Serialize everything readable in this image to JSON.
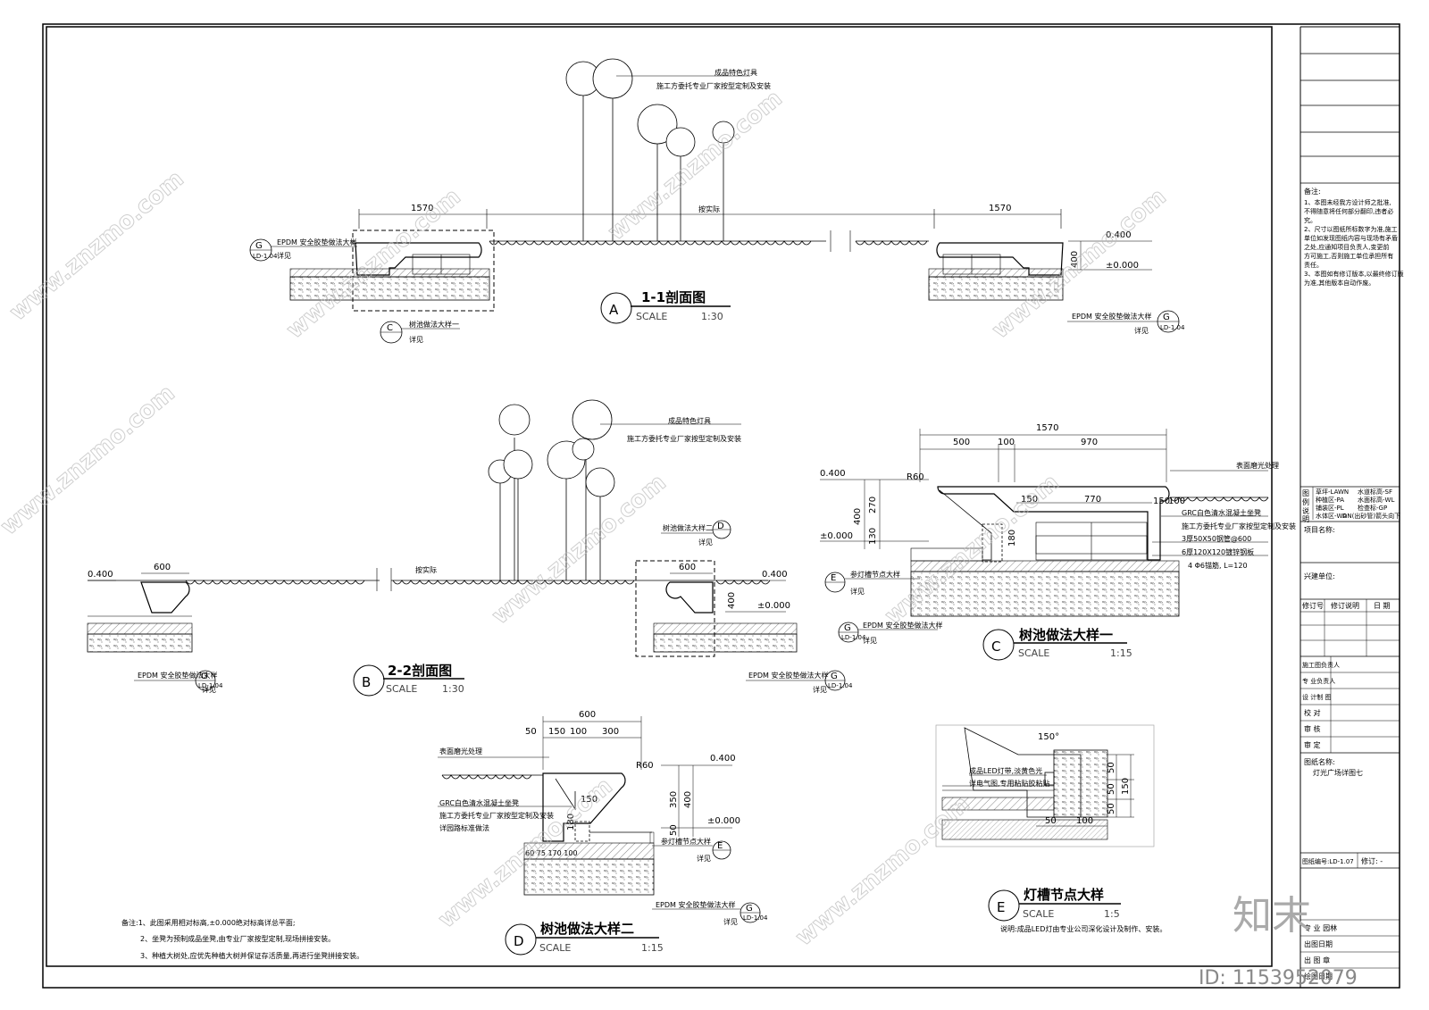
{
  "sections": {
    "A": {
      "letter": "A",
      "title": "1-1剖面图",
      "scale_word": "SCALE",
      "scale": "1:30",
      "dim_left": "1570",
      "dim_right": "1570",
      "dim_mid": "按实际",
      "lamp_note1": "成品特色灯具",
      "lamp_note2": "施工方委托专业厂家按型定制及安装",
      "elev_top": "0.400",
      "elev_zero": "±0.000",
      "height": "400",
      "epdm": "EPDM 安全胶垫做法大样",
      "detail": "详见",
      "treepit": "树池做法大样一"
    },
    "B": {
      "letter": "B",
      "title": "2-2剖面图",
      "scale_word": "SCALE",
      "scale": "1:30",
      "dim_left": "600",
      "dim_right": "600",
      "dim_mid": "按实际",
      "lamp_note1": "成品特色灯具",
      "lamp_note2": "施工方委托专业厂家按型定制及安装",
      "elev_top": "0.400",
      "elev_zero": "±0.000",
      "height": "400",
      "epdm": "EPDM 安全胶垫做法大样",
      "detail": "详见",
      "treepit": "树池做法大样二"
    },
    "C": {
      "letter": "C",
      "title": "树池做法大样一",
      "scale_word": "SCALE",
      "scale": "1:15",
      "dim_total": "1570",
      "dim_a": "500",
      "dim_b": "100",
      "dim_c": "970",
      "dim_d": "150",
      "dim_e": "770",
      "dim_f": "150",
      "dim_g": "100",
      "r": "R60",
      "elev_top": "0.400",
      "elev_zero": "±0.000",
      "v1": "400",
      "v2": "270",
      "v3": "130",
      "v4": "180",
      "note_top": "表面磨光处理",
      "notes": [
        "GRC白色清水混凝土坐凳",
        "施工方委托专业厂家按型定制及安装",
        "3厚50X50钢管@600",
        "6厚120X120镀锌钢板",
        "4 Φ6锚筋, L=120"
      ],
      "light": "参灯槽节点大样",
      "detail": "详见",
      "epdm": "EPDM 安全胶垫做法大样"
    },
    "D": {
      "letter": "D",
      "title": "树池做法大样二",
      "scale_word": "SCALE",
      "scale": "1:15",
      "dim_total": "600",
      "dims": [
        "50",
        "150",
        "100",
        "300"
      ],
      "r": "R60",
      "elev_top": "0.400",
      "elev_zero": "±0.000",
      "v1": "400",
      "v2": "350",
      "v3": "50",
      "v4": "180",
      "v5": "150",
      "note_top": "表面磨光处理",
      "notes": [
        "GRC白色清水混凝土坐凳",
        "施工方委托专业厂家按型定制及安装",
        "详园路标准做法"
      ],
      "light": "参灯槽节点大样",
      "detail": "详见",
      "epdm": "EPDM 安全胶垫做法大样",
      "bottom": "60 75  170  100"
    },
    "E": {
      "letter": "E",
      "title": "灯槽节点大样",
      "scale_word": "SCALE",
      "scale": "1:5",
      "note1": "成品LED灯带,淡黄色光",
      "note2": "详电气图,专用粘贴胶粘贴",
      "angle": "150°",
      "v": [
        "50",
        "50",
        "50",
        "150"
      ],
      "h": [
        "50",
        "100"
      ],
      "footnote": "说明:成品LED灯由专业公司深化设计及制作、安装。"
    }
  },
  "remarks": [
    "备注:1、此图采用相对标高,±0.000绝对标高详总平面;",
    "2、坐凳为预制成品坐凳,由专业厂家按型定制,现场拼接安装。",
    "3、种植大树处,应优先种植大树并保证存活质量,再进行坐凳拼接安装。"
  ],
  "title_block": {
    "notes_head": "备注:",
    "notes": [
      "1、本图未经我方设计师之批准,",
      "不得随意将任何部分翻印,违者必",
      "究。",
      "2、尺寸以图纸所标数字为准,施工",
      "单位如发现图纸内容与现场有矛盾",
      "之处,应通知项目负责人,变更前",
      "方可施工,否则施工单位承担所有",
      "责任。",
      "3、本图如有修订版本,以最终修订版",
      "为准,其他版本自动作废。"
    ],
    "legend_label1": "图",
    "legend_label2": "例",
    "legend_label3": "说",
    "legend_label4": "明",
    "legend": [
      "草坪-LAWN",
      "水道标高-SF",
      "种植区-PA",
      "水面标高-WL",
      "铺装区-PL",
      "检查标-GP",
      "水体区-WA",
      "DN(出砂管)箭头向下"
    ],
    "project_name": "项目名称:",
    "client": "兴建单位:",
    "rev_cols": [
      "修订号",
      "修订说明",
      "日 期"
    ],
    "roles": [
      "施工图负责人",
      "专 业负责人",
      "设 计制 图",
      "校 对",
      "审 核",
      "审 定"
    ],
    "drawing_name_label": "图纸名称:",
    "drawing_name": "灯光广场详图七",
    "drawing_no_label": "图纸编号:LD-1.07",
    "rev_label": "修订: -",
    "footer": [
      "专 业 园林",
      "出图日期",
      "出 图 章",
      "绘图日期"
    ]
  },
  "watermark": {
    "site": "www.znzmo.com",
    "brand": "知末",
    "id": "ID: 1153952079"
  }
}
